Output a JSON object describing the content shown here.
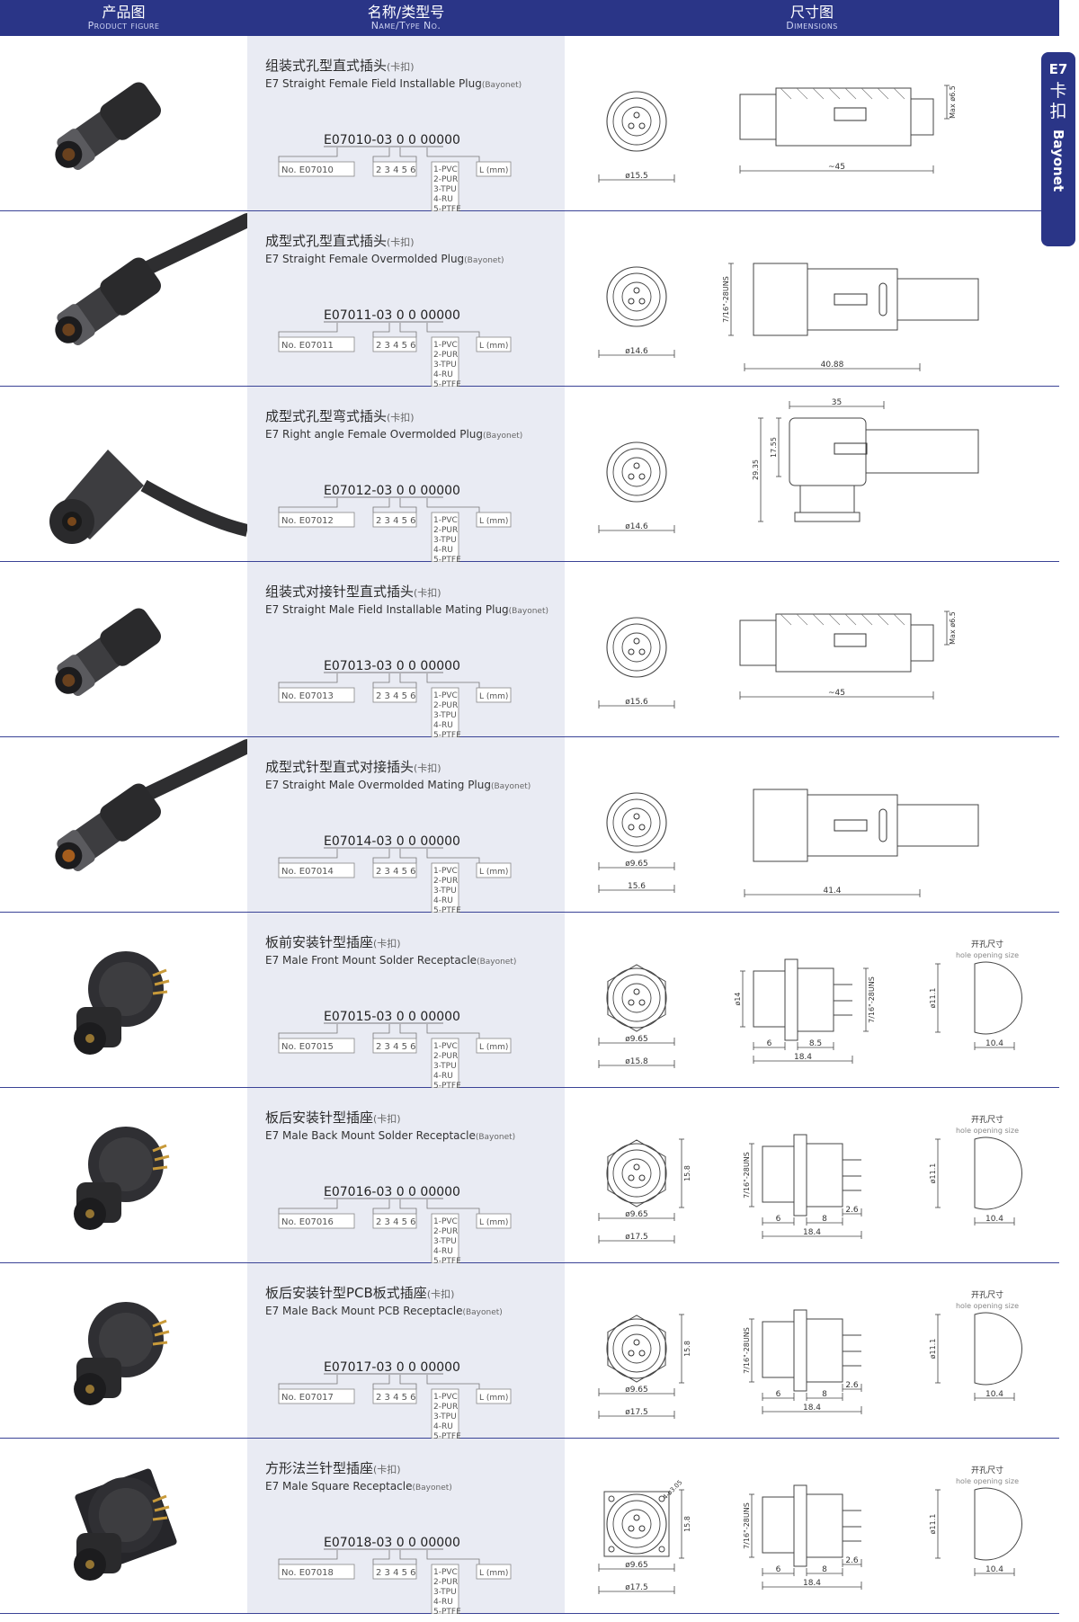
{
  "header": {
    "col1": {
      "zh": "产品图",
      "en": "Product figure"
    },
    "col2": {
      "zh": "名称/类型号",
      "en": "Name/Type No."
    },
    "col3": {
      "zh": "尺寸图",
      "en": "Dimensions"
    }
  },
  "side_tab": {
    "series": "E7",
    "chars": "卡扣",
    "en": "Bayonet"
  },
  "common": {
    "options": [
      "1-PVC",
      "2-PUR",
      "3-TPU",
      "4-RU",
      "5-PTFE"
    ],
    "digits": "2 3 4 5 6",
    "length": "L (mm)",
    "hole_zh": "开孔尺寸",
    "hole_en": "hole opening size"
  },
  "rows": [
    {
      "zh": "组装式孔型直式插头",
      "zh_paren": "(卡扣)",
      "en": "E7 Straight Female Field Installable Plug",
      "en_paren": "(Bayonet)",
      "code_main": "E07010-",
      "code_rest": "03 0 0 00000",
      "no": "No. E07010",
      "dims": {
        "kind": "field",
        "d1": "ø15.5",
        "len": "~45",
        "max": "Max ø6.5"
      }
    },
    {
      "zh": "成型式孔型直式插头",
      "zh_paren": "(卡扣)",
      "en": "E7 Straight Female Overmolded Plug",
      "en_paren": "(Bayonet)",
      "code_main": "E07011-",
      "code_rest": "03 0 0 00000",
      "no": "No. E07011",
      "dims": {
        "kind": "overmold",
        "d1": "ø14.6",
        "len": "40.88",
        "thread": "7/16\"-28UNS"
      }
    },
    {
      "zh": "成型式孔型弯式插头",
      "zh_paren": "(卡扣)",
      "en": "E7 Right angle Female Overmolded Plug",
      "en_paren": "(Bayonet)",
      "code_main": "E07012-",
      "code_rest": "03 0 0 00000",
      "no": "No. E07012",
      "dims": {
        "kind": "angle",
        "d1": "ø14.6",
        "w": "35",
        "h1": "17.55",
        "h2": "29.35"
      }
    },
    {
      "zh": "组装式对接针型直式插头",
      "zh_paren": "(卡扣)",
      "en": "E7 Straight Male Field Installable Mating Plug",
      "en_paren": "(Bayonet)",
      "code_main": "E07013-",
      "code_rest": "03 0 0 00000",
      "no": "No. E07013",
      "dims": {
        "kind": "field",
        "d1": "ø15.6",
        "len": "~45",
        "max": "Max ø6.5"
      }
    },
    {
      "zh": "成型式针型直式对接插头",
      "zh_paren": "(卡扣)",
      "en": "E7 Straight Male Overmolded Mating Plug",
      "en_paren": "(Bayonet)",
      "code_main": "E07014-",
      "code_rest": "03 0 0 00000",
      "no": "No. E07014",
      "dims": {
        "kind": "overmold_male",
        "d1": "ø9.65",
        "d2": "15.6",
        "len": "41.4"
      }
    },
    {
      "zh": "板前安装针型插座",
      "zh_paren": "(卡扣)",
      "en": "E7 Male Front Mount Solder Receptacle",
      "en_paren": "(Bayonet)",
      "code_main": "E07015-",
      "code_rest": "03 0 0 00000",
      "no": "No. E07015",
      "dims": {
        "kind": "front",
        "d1": "ø9.65",
        "d2": "ø15.8",
        "side_h": "ø14",
        "a": "6",
        "b": "8.5",
        "total": "18.4",
        "thread": "7/16\"-28UNS",
        "hole_d": "ø11.1",
        "hole_w": "10.4"
      }
    },
    {
      "zh": "板后安装针型插座",
      "zh_paren": "(卡扣)",
      "en": "E7 Male Back Mount Solder Receptacle",
      "en_paren": "(Bayonet)",
      "code_main": "E07016-",
      "code_rest": "03 0 0 00000",
      "no": "No. E07016",
      "dims": {
        "kind": "back",
        "d1": "ø9.65",
        "d2": "ø17.5",
        "hex": "15.8",
        "a": "6",
        "b": "8",
        "c": "2.6",
        "total": "18.4",
        "thread": "7/16\"-28UNS",
        "hole_d": "ø11.1",
        "hole_w": "10.4"
      }
    },
    {
      "zh": "板后安装针型PCB板式插座",
      "zh_paren": "(卡扣)",
      "en": "E7 Male Back Mount PCB Receptacle",
      "en_paren": "(Bayonet)",
      "code_main": "E07017-",
      "code_rest": "03 0 0 00000",
      "no": "No. E07017",
      "dims": {
        "kind": "back",
        "d1": "ø9.65",
        "d2": "ø17.5",
        "hex": "15.8",
        "a": "6",
        "b": "8",
        "c": "2.6",
        "total": "18.4",
        "thread": "7/16\"-28UNS",
        "hole_d": "ø11.1",
        "hole_w": "10.4"
      }
    },
    {
      "zh": "方形法兰针型插座",
      "zh_paren": "(卡扣)",
      "en": "E7 Male Square Receptacle",
      "en_paren": "(Bayonet)",
      "code_main": "E07018-",
      "code_rest": "03 0 0 00000",
      "no": "No. E07018",
      "dims": {
        "kind": "square",
        "d1": "ø9.65",
        "d2": "ø17.5",
        "hex": "15.8",
        "holes": "4-ø3.05",
        "a": "6",
        "b": "8",
        "c": "2.6",
        "total": "18.4",
        "thread": "7/16\"-28UNS",
        "hole_d": "ø11.1",
        "hole_w": "10.4"
      }
    }
  ]
}
